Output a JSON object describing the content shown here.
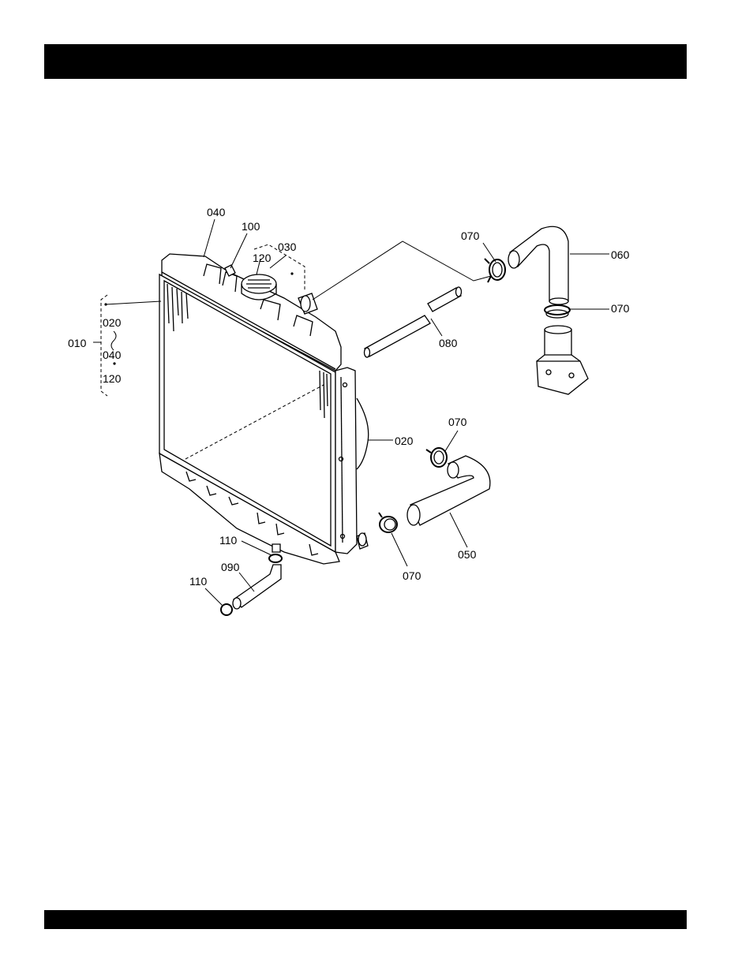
{
  "header_bar": {
    "color": "#000000"
  },
  "footer_bar": {
    "color": "#000000"
  },
  "callouts": {
    "c040": "040",
    "c100": "100",
    "c030": "030",
    "c120_cap": "120",
    "c010": "010",
    "c020_set": "020",
    "c040_set": "040",
    "c120_set": "120",
    "c070_top": "070",
    "c060": "060",
    "c070_right": "070",
    "c080": "080",
    "c020": "020",
    "c070_mid": "070",
    "c050": "050",
    "c070_low": "070",
    "c110_upper": "110",
    "c090": "090",
    "c110_lower": "110"
  }
}
